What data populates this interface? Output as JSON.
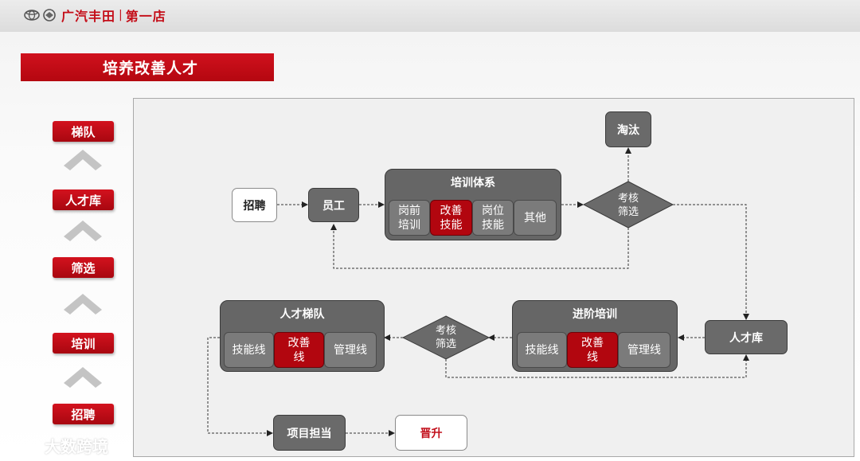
{
  "header": {
    "brand_name": "广汽丰田",
    "brand_separator": "|",
    "store_name": "第一店",
    "colors": {
      "brand_red": "#c40d18"
    }
  },
  "title": "培养改善人才",
  "ladder": {
    "items": [
      "梯队",
      "人才库",
      "筛选",
      "培训",
      "招聘"
    ],
    "arrow_icon": "chevron-up-icon"
  },
  "flow": {
    "recruit": "招聘",
    "employee": "员工",
    "training_system": {
      "title": "培训体系",
      "cells": [
        "岗前\n培训",
        "改善\n技能",
        "岗位\n技能",
        "其他"
      ]
    },
    "assess1": "考核\n筛选",
    "eliminate": "淘汰",
    "talent_pool": "人才库",
    "advanced_training": {
      "title": "进阶培训",
      "cells": [
        "技能线",
        "改善\n线",
        "管理线"
      ]
    },
    "assess2": "考核\n筛选",
    "talent_ladder": {
      "title": "人才梯队",
      "cells": [
        "技能线",
        "改善\n线",
        "管理线"
      ]
    },
    "project_lead": "项目担当",
    "promotion": "晋升"
  },
  "watermark": "大数跨境"
}
